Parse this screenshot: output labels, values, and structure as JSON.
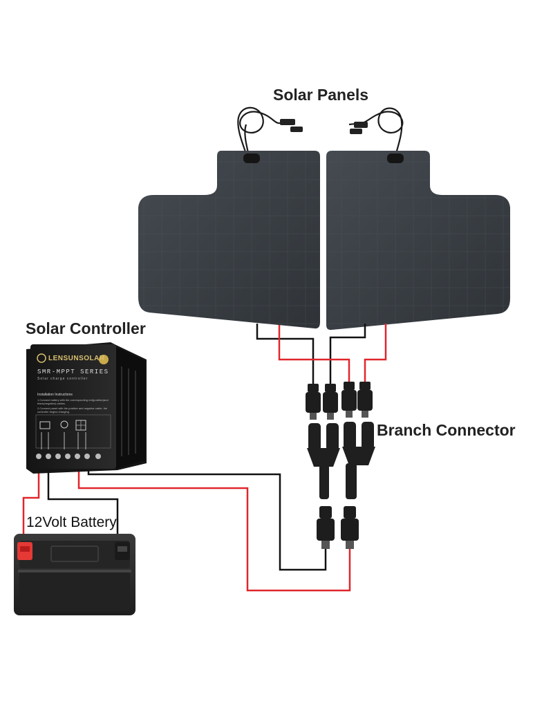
{
  "labels": {
    "solar_panels": "Solar Panels",
    "solar_controller": "Solar Controller",
    "branch_connector": "Branch Connector",
    "battery": "12Volt Battery"
  },
  "controller": {
    "brand": "LENSUNSOLAR",
    "series": "SMR-MPPT SERIES",
    "subtitle": "Solar charge controller",
    "instructions_title": "Installation Instructions",
    "instruction_1": "1.Connect battery with the corresponding red(positive)and black(negative) cables.",
    "instruction_2": "2.Connect panel with the positive and negative cable, the controller begins charging."
  },
  "colors": {
    "positive_wire": "#e0262b",
    "negative_wire": "#111111",
    "panel": "#3a3f44",
    "controller_body": "#1c1c1c",
    "battery_body": "#2a2a2a",
    "battery_positive_terminal": "#e53935"
  }
}
